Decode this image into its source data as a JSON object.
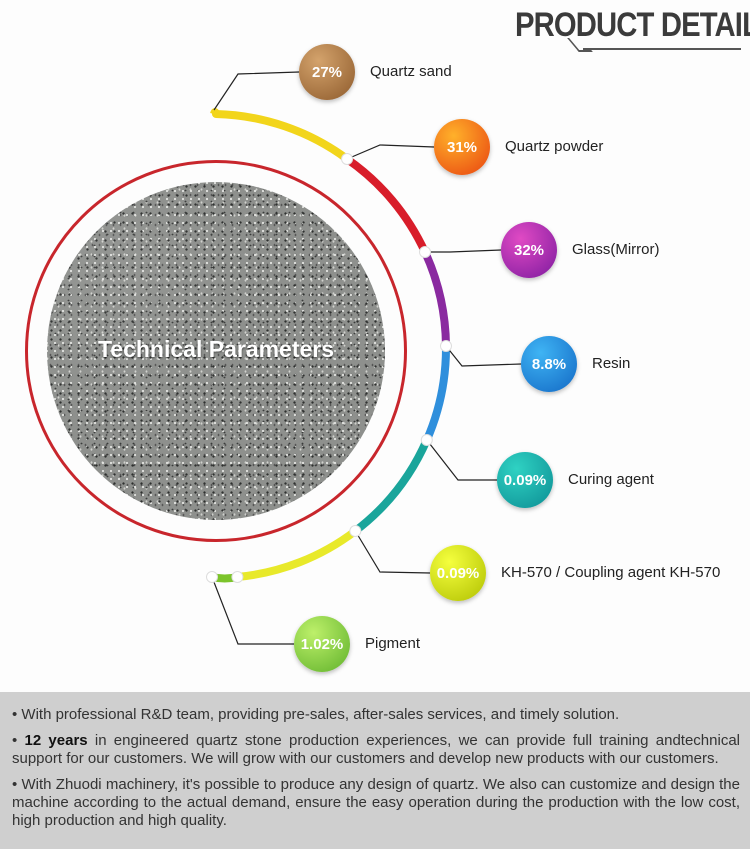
{
  "title": "PRODUCT DETAILS",
  "disc_label": "Technical Parameters",
  "components": [
    {
      "percent": "27%",
      "label": "Quartz sand",
      "color_a": "#d4a36c",
      "color_b": "#8d5a2b"
    },
    {
      "percent": "31%",
      "label": "Quartz powder",
      "color_a": "#ffb12a",
      "color_b": "#e8420f"
    },
    {
      "percent": "32%",
      "label": "Glass(Mirror)",
      "color_a": "#e04ac4",
      "color_b": "#7c1a9e"
    },
    {
      "percent": "8.8%",
      "label": "Resin",
      "color_a": "#3fb4f4",
      "color_b": "#1268c4"
    },
    {
      "percent": "0.09%",
      "label": "Curing agent",
      "color_a": "#2fd2c3",
      "color_b": "#0c8d93"
    },
    {
      "percent": "0.09%",
      "label": "KH-570 / Coupling agent KH-570",
      "color_a": "#f5ff3e",
      "color_b": "#b0c000"
    },
    {
      "percent": "1.02%",
      "label": "Pigment",
      "color_a": "#bdf06a",
      "color_b": "#5fb12a"
    }
  ],
  "arc_colors": [
    "#f2d51b",
    "#d81d2a",
    "#8a2aa0",
    "#2f8fdc",
    "#1aa59b",
    "#e8e92a",
    "#7cc42b"
  ],
  "ring_color": "#c8262c",
  "notes": [
    {
      "bold": "",
      "text": "With professional R&D team, providing pre-sales, after-sales services, and timely solution."
    },
    {
      "bold": "12 years",
      "text": " in engineered quartz stone production experiences, we can provide full training andtechnical support for our customers. We will grow with our customers and develop new products with our customers."
    },
    {
      "bold": "",
      "text": "With Zhuodi machinery, it's possible to produce any design of quartz. We also can customize and design the machine according to the actual demand, ensure the easy operation during the production with the low cost, high production and high quality."
    }
  ]
}
